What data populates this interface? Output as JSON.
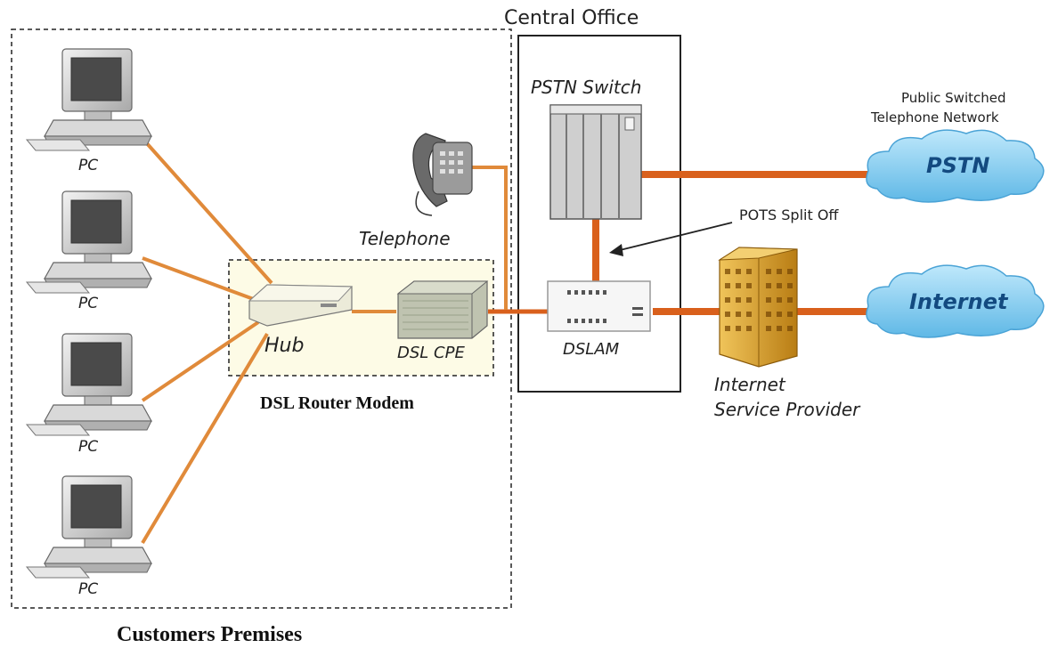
{
  "labels": {
    "central_office": "Central Office",
    "pstn_switch": "PSTN Switch",
    "pstn_network_line1": "Public Switched",
    "pstn_network_line2": "Telephone Network",
    "pstn_cloud": "PSTN",
    "internet_cloud": "Internet",
    "pots_split_off": "POTS Split Off",
    "telephone": "Telephone",
    "hub": "Hub",
    "dsl_cpe": "DSL CPE",
    "dslam": "DSLAM",
    "isp_line1": "Internet",
    "isp_line2": "Service Provider",
    "dsl_router_modem": "DSL Router Modem",
    "customers_premises": "Customers Premises",
    "pc": "PC"
  },
  "colors": {
    "cable": "#e08a3a",
    "trunk": "#d9601c",
    "cloud": "#7ecbef",
    "router_box_fill": "#fdfbe6",
    "building": "#d9a022"
  }
}
